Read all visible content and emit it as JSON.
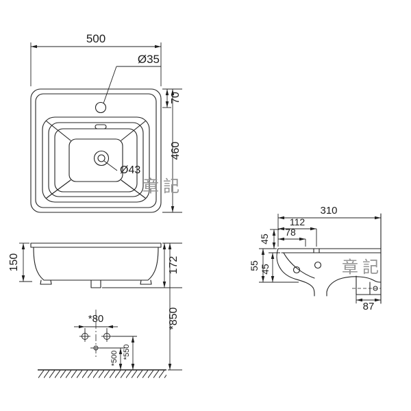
{
  "watermark": "章記",
  "plan_view": {
    "width": "500",
    "faucet_hole_dia": "Ø35",
    "faucet_offset": "70",
    "depth": "460",
    "drain_dia": "Ø43"
  },
  "front_view": {
    "basin_height": "150",
    "front_height": "172",
    "install_height": "*850",
    "hole_spacing": "*80",
    "height_500": "*500",
    "height_550": "*550"
  },
  "side_view": {
    "depth": "310",
    "front_to_hole": "112",
    "front_to_overflow": "78",
    "deck_drop": "45",
    "apron_height": "55",
    "lip_to_bottom": "45",
    "drain_to_wall": "87"
  }
}
